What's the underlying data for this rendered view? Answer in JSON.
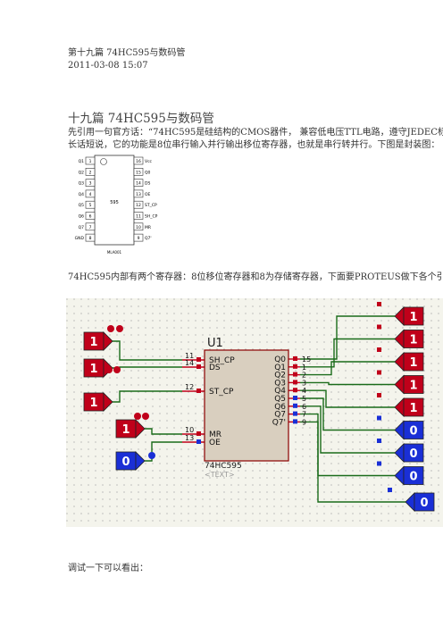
{
  "article": {
    "header_title": "第十九篇 74HC595与数码管",
    "date": "2011-03-08 15:07",
    "title": "十九篇 74HC595与数码管",
    "para1_line1": "先引用一句官方话：“74HC595是硅结构的CMOS器件， 兼容低电压TTL电路，遵守JEDEC标准。",
    "para1_line2": "长话短说，它的功能是8位串行输入并行输出移位寄存器，也就是串行转并行。下图是封装图：",
    "para2": "74HC595内部有两个寄存器：8位移位寄存器和8为存储寄存器，下面要PROTEUS做下各个引脚的",
    "tail": "调试一下可以看出："
  },
  "package": {
    "chip_label": "595",
    "footer": "MLA001",
    "left_pins": [
      {
        "name": "Q1",
        "num": "1"
      },
      {
        "name": "Q2",
        "num": "2"
      },
      {
        "name": "Q3",
        "num": "3"
      },
      {
        "name": "Q4",
        "num": "4"
      },
      {
        "name": "Q5",
        "num": "5"
      },
      {
        "name": "Q6",
        "num": "6"
      },
      {
        "name": "Q7",
        "num": "7"
      },
      {
        "name": "GND",
        "num": "8"
      }
    ],
    "right_pins": [
      {
        "name": "Vcc",
        "num": "16"
      },
      {
        "name": "Q0",
        "num": "15"
      },
      {
        "name": "DS",
        "num": "14"
      },
      {
        "name": "OE",
        "num": "13"
      },
      {
        "name": "ST_CP",
        "num": "12"
      },
      {
        "name": "SH_CP",
        "num": "11"
      },
      {
        "name": "MR",
        "num": "10"
      },
      {
        "name": "Q7'",
        "num": "9"
      }
    ]
  },
  "schematic": {
    "ref": "U1",
    "part": "74HC595",
    "text_placeholder": "<TEXT>",
    "inputs": [
      {
        "pin": "SH_CP",
        "num": "11",
        "value": "1"
      },
      {
        "pin": "DS",
        "num": "14",
        "value": "1"
      },
      {
        "pin": "ST_CP",
        "num": "12",
        "value": "1"
      },
      {
        "pin": "MR",
        "num": "10",
        "value": "1"
      },
      {
        "pin": "OE",
        "num": "13",
        "value": "0"
      }
    ],
    "outputs": [
      {
        "pin": "Q0",
        "num": "15",
        "value": "1"
      },
      {
        "pin": "Q1",
        "num": "1",
        "value": "1"
      },
      {
        "pin": "Q2",
        "num": "2",
        "value": "1"
      },
      {
        "pin": "Q3",
        "num": "3",
        "value": "1"
      },
      {
        "pin": "Q4",
        "num": "4",
        "value": "1"
      },
      {
        "pin": "Q5",
        "num": "5",
        "value": "0"
      },
      {
        "pin": "Q6",
        "num": "6",
        "value": "0"
      },
      {
        "pin": "Q7",
        "num": "7",
        "value": "0"
      },
      {
        "pin": "Q7'",
        "num": "9",
        "value": "0"
      }
    ],
    "colors": {
      "high": "#c0001a",
      "low": "#1a2fd6",
      "wire": "#1a6b1a",
      "chip_fill": "#d9cfbf",
      "chip_border": "#8b0000"
    }
  }
}
